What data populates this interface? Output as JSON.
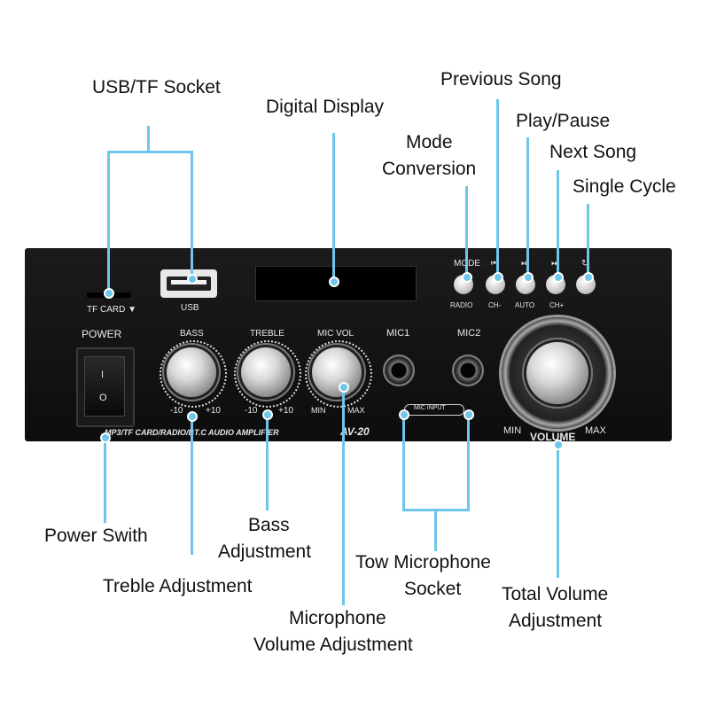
{
  "callouts": {
    "usb_tf_socket": "USB/TF Socket",
    "digital_display": "Digital Display",
    "previous_song": "Previous Song",
    "mode_conversion_1": "Mode",
    "mode_conversion_2": "Conversion",
    "play_pause": "Play/Pause",
    "next_song": "Next Song",
    "single_cycle": "Single Cycle",
    "power_switch": "Power Swith",
    "bass_adjustment_1": "Bass",
    "bass_adjustment_2": "Adjustment",
    "treble_adjustment": "Treble Adjustment",
    "two_microphone_socket_1": "Tow Microphone",
    "two_microphone_socket_2": "Socket",
    "total_volume_1": "Total Volume",
    "total_volume_2": "Adjustment",
    "mic_volume_1": "Microphone",
    "mic_volume_2": "Volume Adjustment"
  },
  "panel": {
    "tf_card": "TF CARD ▼",
    "usb": "USB",
    "power": "POWER",
    "switch_on": "I",
    "switch_off": "O",
    "bass": "BASS",
    "treble": "TREBLE",
    "mic_vol": "MIC  VOL",
    "bass_min": "-10",
    "bass_max": "+10",
    "treble_min": "-10",
    "treble_max": "+10",
    "mic_min": "MIN",
    "mic_max": "MAX",
    "mic1": "MIC1",
    "mic2": "MIC2",
    "mic_input": "MIC INPUT",
    "mode": "MODE",
    "radio": "RADIO",
    "ch_minus": "CH-",
    "auto": "AUTO",
    "ch_plus": "CH+",
    "volume": "VOLUME",
    "vol_min": "MIN",
    "vol_max": "MAX",
    "product_line": "MP3/TF CARD/RADIO/BT.C AUDIO AMPLIFIER",
    "model": "AV-20"
  },
  "colors": {
    "leader_line": "#6ec6ea",
    "panel": "#151515",
    "display": "#000000"
  },
  "icons": {
    "prev": "previous-icon",
    "play": "play-pause-icon",
    "next": "next-icon",
    "repeat": "repeat-icon"
  }
}
